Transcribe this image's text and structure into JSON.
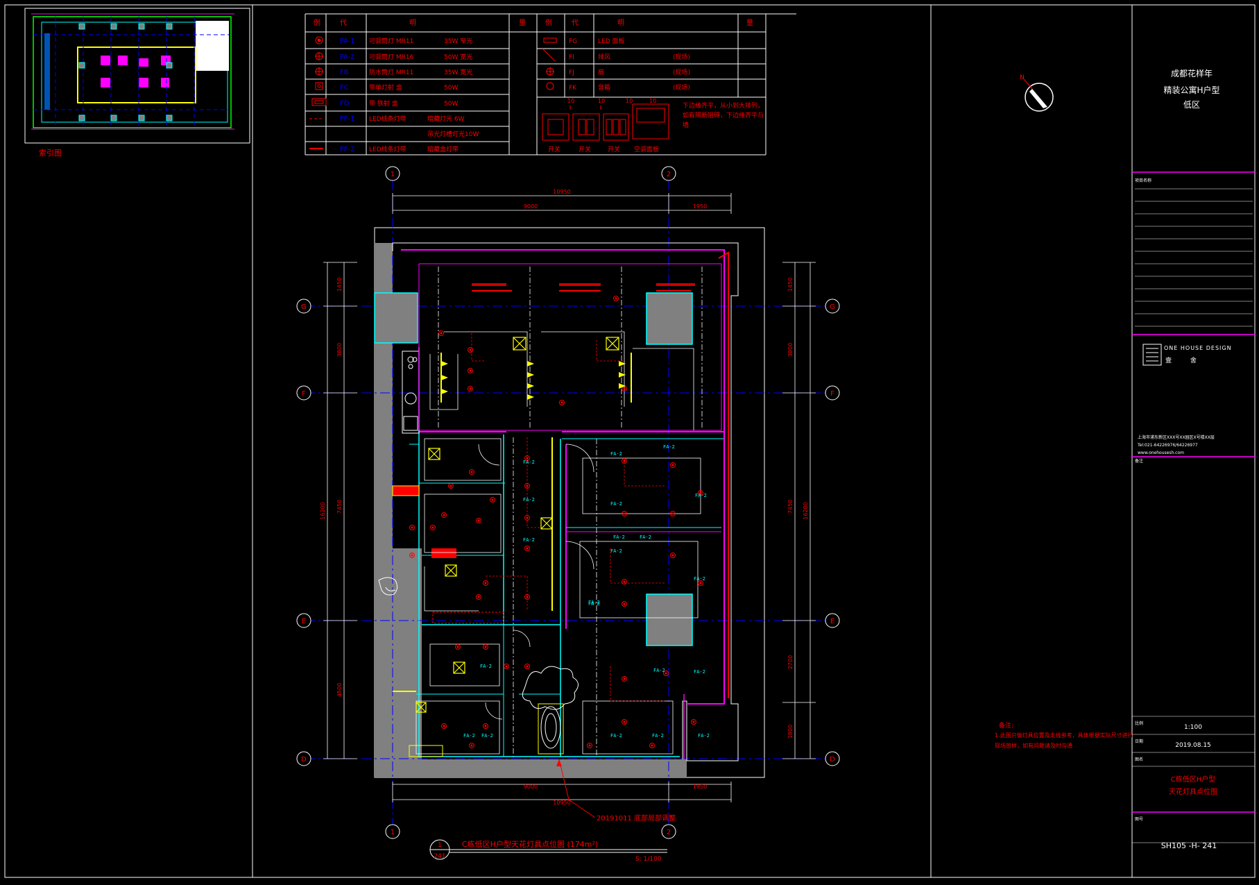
{
  "key_plan": {
    "caption": "索引图"
  },
  "legend": {
    "header": {
      "col1": "例",
      "col2": "代",
      "col3": "明",
      "col4": "量",
      "col5": "例",
      "col6": "代",
      "col7": "明",
      "col8": "量"
    },
    "left_rows": [
      {
        "code": "FA-1",
        "desc": "可调筒灯 MR11",
        "spec": "35W 窄光"
      },
      {
        "code": "FA-2",
        "desc": "可调筒灯 MR16",
        "spec": "50W 宽光"
      },
      {
        "code": "FB",
        "desc": "防水筒灯 MR11",
        "spec": "35W 宽光"
      },
      {
        "code": "FC",
        "desc": "带单灯射 盒",
        "spec": "50W"
      },
      {
        "code": "FD",
        "desc": "带 铁射 盒",
        "spec": "50W"
      },
      {
        "code": "FF-1",
        "desc": "LED线条灯带",
        "spec": "暗藏灯光 6W"
      },
      {
        "code": "",
        "desc": "",
        "spec": "吊光灯槽灯光10W"
      },
      {
        "code": "FF-2",
        "desc": "LED线条灯带",
        "spec": "暗藏盒灯带"
      }
    ],
    "right_rows": [
      {
        "code": "FG",
        "desc": "LED 面板",
        "note": ""
      },
      {
        "code": "FI",
        "desc": "排风",
        "note": "(现场)"
      },
      {
        "code": "FJ",
        "desc": "扇",
        "note": "(现场)"
      },
      {
        "code": "FK",
        "desc": "音箱",
        "note": "(现场)"
      }
    ],
    "switch_note": "下边缘齐平，从小到大排列，如有隔断阻碍，下边缘齐平与墙",
    "switch_labels": [
      "开关",
      "开关",
      "开关",
      "空调面板"
    ],
    "switch_heights": [
      "10",
      "10",
      "10",
      "10"
    ]
  },
  "plan": {
    "grid_cols": [
      "1",
      "2"
    ],
    "grid_rows": [
      "G",
      "F",
      "E",
      "D"
    ],
    "dims_top": {
      "total": "10950",
      "a": "9000",
      "b": "1950"
    },
    "dims_bottom": {
      "total": "10950",
      "a": "9000",
      "b": "1950"
    },
    "dims_left": {
      "total": "16200",
      "a": "1450",
      "b": "3800",
      "c": "7450",
      "d": "4500"
    },
    "dims_right": {
      "total": "16200",
      "a": "1450",
      "b": "3800",
      "c": "7450",
      "d": "2700",
      "e": "1800"
    },
    "revision_note": "20191011 底部局部调整",
    "title": "C栋低区H户型天花灯具点位图 (174m²)",
    "title_num_top": "1",
    "title_num_bottom": "241",
    "scale": "S: 1/100",
    "fixture_labels": [
      "FA-2",
      "FA-2",
      "FA-2",
      "FA-2",
      "FA-2",
      "FA-2",
      "FA-2",
      "FA-2",
      "FA-2",
      "FA-2",
      "FA-2",
      "FA-2",
      "FA-2",
      "FA-2",
      "FA-2",
      "FA-2",
      "FA-2",
      "FA-2",
      "FA-2",
      "FA-2",
      "FA-2"
    ]
  },
  "notes": {
    "heading": "备注:",
    "body": "1.此图只做灯具位置及走线参考，具体根据实际尺寸进行现场放样，如有问题请及时沟通"
  },
  "title_block": {
    "project_line1": "成都花样年",
    "project_line2": "精装公寓H户型",
    "project_line3": "低区",
    "field_label_1": "项目名称",
    "company_en": "ONE HOUSE DESIGN",
    "company_cn": "壹 舍",
    "address": "上海市浦东新区XXX号XX园区X号楼XX层",
    "tel": "Tel:021-64226976/64226977",
    "web": "www.onehousesh.com",
    "field_label_2": "备注",
    "scale_label": "比例",
    "scale": "1:100",
    "date_label": "日期",
    "date": "2019.08.15",
    "name_label": "图名",
    "drawing_name_1": "C栋低区H户型",
    "drawing_name_2": "天花灯具点位图",
    "num_label": "图号",
    "drawing_no": "SH105 -H- 241"
  },
  "colors": {
    "background": "#000000",
    "frame": "#ffffff",
    "magenta": "#ff00ff",
    "red": "#ff0000",
    "cyan": "#00ffff",
    "yellow": "#ffff00",
    "blue": "#0000ff",
    "green": "#00ff00",
    "gray": "#808080"
  }
}
